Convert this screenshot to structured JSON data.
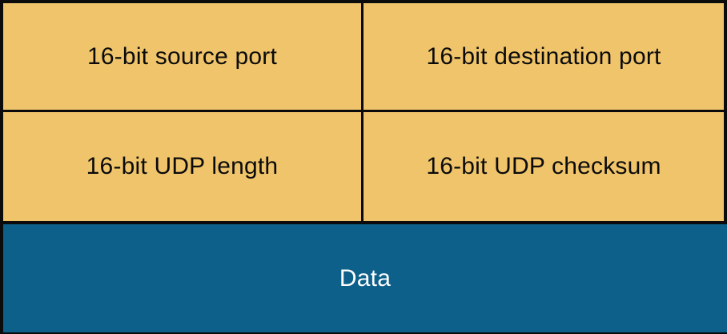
{
  "diagram": {
    "kind": "packet-header-diagram",
    "header_fields": [
      {
        "label": "16-bit source port"
      },
      {
        "label": "16-bit destination port"
      },
      {
        "label": "16-bit UDP length"
      },
      {
        "label": "16-bit UDP checksum"
      }
    ],
    "payload_field": {
      "label": "Data"
    },
    "colors": {
      "header_bg": "#F0C46A",
      "payload_bg": "#0D6089",
      "border": "#0B0B0B",
      "header_text": "#0B0B0B",
      "payload_text": "#FFFFFF"
    }
  }
}
